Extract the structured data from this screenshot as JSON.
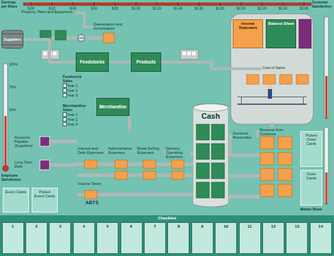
{
  "diagram": {
    "nodes": [
      {
        "text": [
          "Property, Plant and Equipment"
        ]
      },
      {
        "text": [
          "Depreciation and Amortization"
        ]
      },
      {
        "text": [
          "Suppliers"
        ]
      },
      {
        "text": [
          "Feedstock Sales",
          "Year 1",
          "Year 2",
          "Year 3"
        ]
      },
      {
        "text": [
          "Merchandise Sales",
          "Year 1",
          "Year 2",
          "Year 3"
        ]
      },
      {
        "text": [
          "Feedstocks"
        ]
      },
      {
        "text": [
          "Products"
        ]
      },
      {
        "text": [
          "Merchandise"
        ]
      },
      {
        "text": [
          "Income Statement"
        ]
      },
      {
        "text": [
          "Balance Sheet"
        ]
      },
      {
        "text": [
          "Cost of Sales"
        ]
      },
      {
        "text": [
          "Accounts Payable (Suppliers)"
        ]
      },
      {
        "text": [
          "Long Term Debt"
        ]
      },
      {
        "text": [
          "Interest and Debt Expenses"
        ]
      },
      {
        "text": [
          "Administrative Expenses"
        ]
      },
      {
        "text": [
          "Retail Selling Expenses"
        ]
      },
      {
        "text": [
          "Delivery Operating Expenses"
        ]
      },
      {
        "text": [
          "Income Taxes"
        ]
      },
      {
        "text": [
          "Cash"
        ]
      },
      {
        "text": [
          "Accounts Receivable"
        ]
      },
      {
        "text": [
          "Revenue from Customer"
        ]
      },
      {
        "text": [
          "Picked Order Cards"
        ]
      },
      {
        "text": [
          "Order Cards"
        ]
      },
      {
        "text": [
          "Event Cards"
        ]
      },
      {
        "text": [
          "Picked Event Cards"
        ]
      },
      {
        "text": [
          "Checklist"
        ]
      },
      {
        "text": [
          "1"
        ],
        "in": 25
      },
      {
        "text": [
          "2"
        ],
        "in": 25
      },
      {
        "text": [
          "3"
        ],
        "in": 25
      },
      {
        "text": [
          "4"
        ],
        "in": 25
      },
      {
        "text": [
          "5"
        ],
        "in": 25
      },
      {
        "text": [
          "6"
        ],
        "in": 25
      },
      {
        "text": [
          "7"
        ],
        "in": 25
      },
      {
        "text": [
          "8"
        ],
        "in": 25
      },
      {
        "text": [
          "9"
        ],
        "in": 25
      },
      {
        "text": [
          "10"
        ],
        "in": 25
      },
      {
        "text": [
          "11"
        ],
        "in": 25
      },
      {
        "text": [
          "12"
        ],
        "in": 25
      },
      {
        "text": [
          "13"
        ],
        "in": 25
      },
      {
        "text": [
          "14"
        ],
        "in": 25
      }
    ],
    "edges": [
      {
        "from": 0,
        "to": 1,
        "arrow": "none"
      },
      {
        "from": 2,
        "to": 5,
        "arrow": "none"
      },
      {
        "from": 5,
        "to": 6,
        "arrow": "none"
      },
      {
        "from": 6,
        "to": 10,
        "arrow": "none"
      },
      {
        "from": 20,
        "to": 19,
        "arrow": "none"
      },
      {
        "from": 19,
        "to": 18,
        "arrow": "none"
      },
      {
        "from": 18,
        "to": 16,
        "arrow": "none"
      },
      {
        "from": 16,
        "to": 15,
        "arrow": "none"
      },
      {
        "from": 15,
        "to": 14,
        "arrow": "none"
      },
      {
        "from": 14,
        "to": 13,
        "arrow": "none"
      }
    ],
    "labels": [
      "Earnings per Share",
      "$.00",
      "$.20",
      "$.40",
      "$.60",
      "$.80",
      "$1.00",
      "$1.20",
      "$1.40",
      "$1.60",
      "$1.80",
      "$2.00",
      "$2.20",
      "$2.40",
      "$2.60",
      "Employee Satisfaction",
      "Customer Satisfaction",
      "Market Share",
      "ABTS",
      "100%",
      "75%",
      "50%"
    ]
  }
}
